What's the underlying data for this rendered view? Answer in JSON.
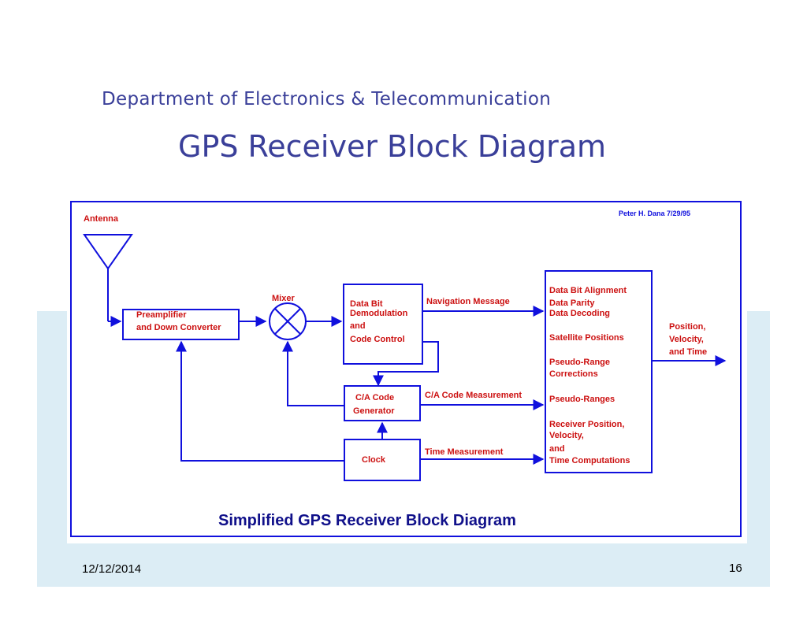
{
  "slide": {
    "department": "Department of Electronics & Telecommunication",
    "title": "GPS Receiver Block Diagram",
    "date": "12/12/2014",
    "page_number": "16"
  },
  "diagram": {
    "credit": "Peter H. Dana 7/29/95",
    "antenna_label": "Antenna",
    "mixer_label": "Mixer",
    "preamp": [
      "Preamplifier",
      "and Down Converter"
    ],
    "demod": [
      "Data Bit",
      "Demodulation",
      "and",
      "Code Control"
    ],
    "ca_gen": [
      "C/A Code",
      "Generator"
    ],
    "clock": "Clock",
    "nav_msg": "Navigation Message",
    "ca_meas": "C/A Code Measurement",
    "time_meas": "Time Measurement",
    "proc": {
      "line1": "Data Bit Alignment",
      "line2": "Data Parity",
      "line3": "Data Decoding",
      "line4": "Satellite Positions",
      "line5": "Pseudo-Range",
      "line6": "Corrections",
      "line7": "Pseudo-Ranges",
      "line8": "Receiver Position,",
      "line9": "Velocity,",
      "line10": "and",
      "line11": "Time Computations"
    },
    "output": [
      "Position,",
      "Velocity,",
      "and Time"
    ],
    "caption": "Simplified GPS Receiver Block Diagram",
    "colors": {
      "border": "#1010dd",
      "box": "#1010dd",
      "arrow": "#1010dd",
      "red_text": "#cc1111",
      "caption": "#10108a"
    }
  }
}
